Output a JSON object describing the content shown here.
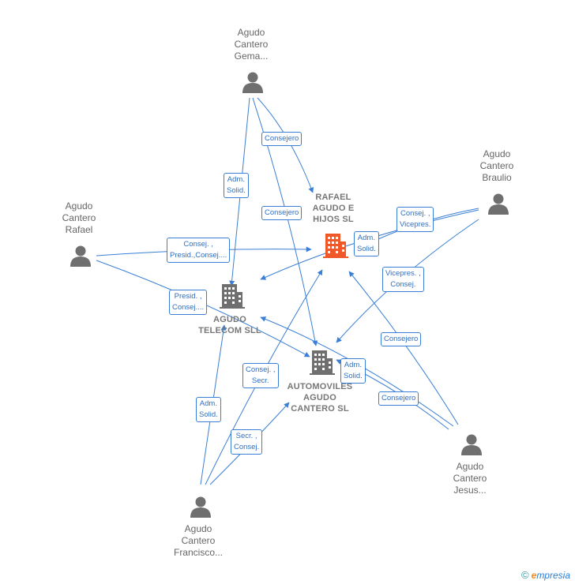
{
  "persons": [
    {
      "id": "gema",
      "label_lines": [
        "Agudo",
        "Cantero",
        "Gema..."
      ]
    },
    {
      "id": "braulio",
      "label_lines": [
        "Agudo",
        "Cantero",
        "Braulio"
      ]
    },
    {
      "id": "rafael",
      "label_lines": [
        "Agudo",
        "Cantero",
        "Rafael"
      ]
    },
    {
      "id": "jesus",
      "label_lines": [
        "Agudo",
        "Cantero",
        "Jesus..."
      ]
    },
    {
      "id": "francisco",
      "label_lines": [
        "Agudo",
        "Cantero",
        "Francisco..."
      ]
    }
  ],
  "companies": [
    {
      "id": "rafael_agudo",
      "label_lines": [
        "RAFAEL",
        "AGUDO E",
        "HIJOS SL"
      ],
      "color": "#f0582a"
    },
    {
      "id": "telecom",
      "label_lines": [
        "AGUDO",
        "TELECOM SLL"
      ],
      "color": "#777777"
    },
    {
      "id": "automoviles",
      "label_lines": [
        "AUTOMOVILES",
        "AGUDO",
        "CANTERO SL"
      ],
      "color": "#777777"
    }
  ],
  "roles": [
    {
      "id": "r1",
      "lines": [
        "Consejero"
      ]
    },
    {
      "id": "r2",
      "lines": [
        "Adm.",
        "Solid."
      ]
    },
    {
      "id": "r3",
      "lines": [
        "Consejero"
      ]
    },
    {
      "id": "r4",
      "lines": [
        "Consej. ,",
        "Vicepres."
      ]
    },
    {
      "id": "r5",
      "lines": [
        "Adm.",
        "Solid."
      ]
    },
    {
      "id": "r6",
      "lines": [
        "Consej. ,",
        "Presid.,Consej...."
      ]
    },
    {
      "id": "r7",
      "lines": [
        "Vicepres. ,",
        "Consej."
      ]
    },
    {
      "id": "r8",
      "lines": [
        "Presid. ,",
        "Consej...."
      ]
    },
    {
      "id": "r9",
      "lines": [
        "Consejero"
      ]
    },
    {
      "id": "r10",
      "lines": [
        "Adm.",
        "Solid."
      ]
    },
    {
      "id": "r11",
      "lines": [
        "Consej. ,",
        "Secr."
      ]
    },
    {
      "id": "r12",
      "lines": [
        "Consejero"
      ]
    },
    {
      "id": "r13",
      "lines": [
        "Adm.",
        "Solid."
      ]
    },
    {
      "id": "r14",
      "lines": [
        "Secr. ,",
        "Consej."
      ]
    }
  ],
  "footer": {
    "copyright": "©",
    "brand_initial": "e",
    "brand_rest": "mpresia"
  },
  "colors": {
    "edge": "#3a7fd5",
    "person": "#6f6f6f",
    "company": "#6f6f6f",
    "main_company": "#f0582a"
  }
}
